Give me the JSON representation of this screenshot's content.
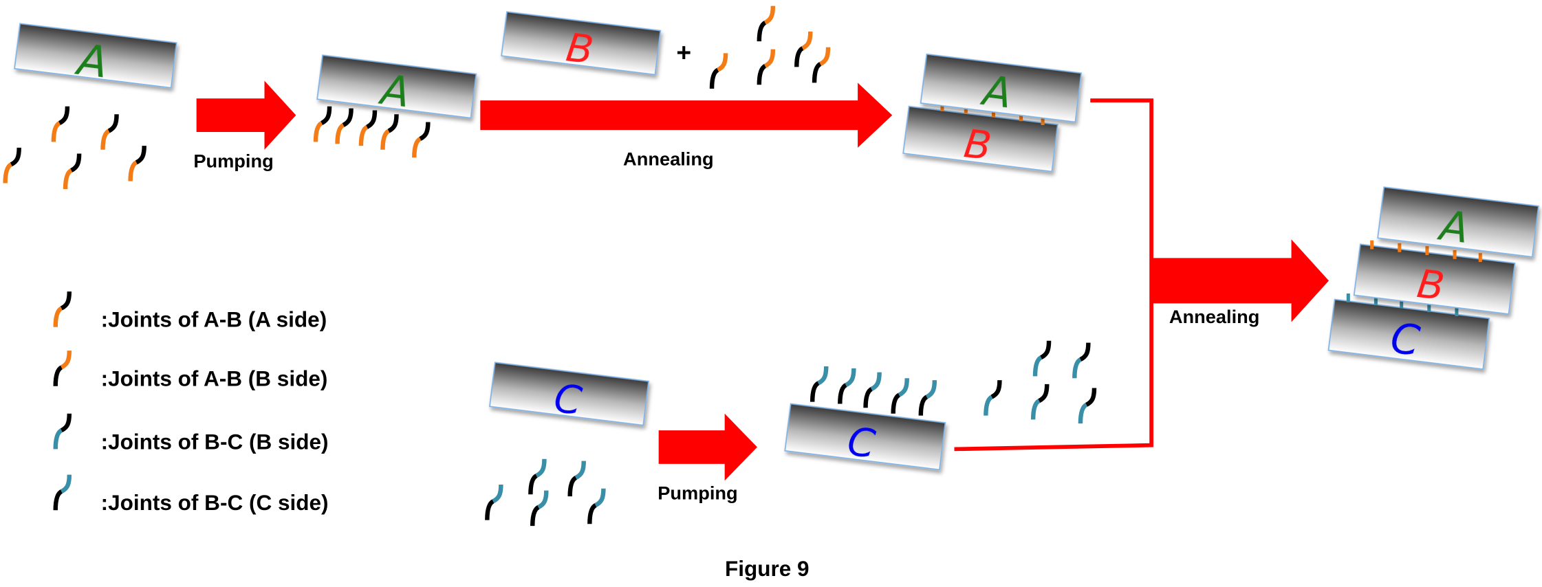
{
  "figure": {
    "caption": "Figure 9",
    "colors": {
      "arrow": "#ff0000",
      "joint_ab": "#f47c16",
      "joint_bc": "#3a8fa8",
      "joint_black": "#000000",
      "letter_a": "#1a7f1a",
      "letter_b": "#ff1a1a",
      "letter_c": "#0000ee",
      "plate_edge": "#7fb2e5"
    },
    "plates": {
      "a": "A",
      "b": "B",
      "c": "C"
    },
    "steps": {
      "pumping_top": "Pumping",
      "annealing_top": "Annealing",
      "plus": "+",
      "pumping_bottom": "Pumping",
      "annealing_final": "Annealing"
    },
    "legend": [
      {
        "label": ":Joints of A-B (A side)",
        "top": "black",
        "bottom": "orange"
      },
      {
        "label": ":Joints of A-B (B side)",
        "top": "orange",
        "bottom": "black"
      },
      {
        "label": ":Joints of B-C (B side)",
        "top": "black",
        "bottom": "teal"
      },
      {
        "label": ":Joints of B-C (C side)",
        "top": "teal",
        "bottom": "black"
      }
    ]
  }
}
